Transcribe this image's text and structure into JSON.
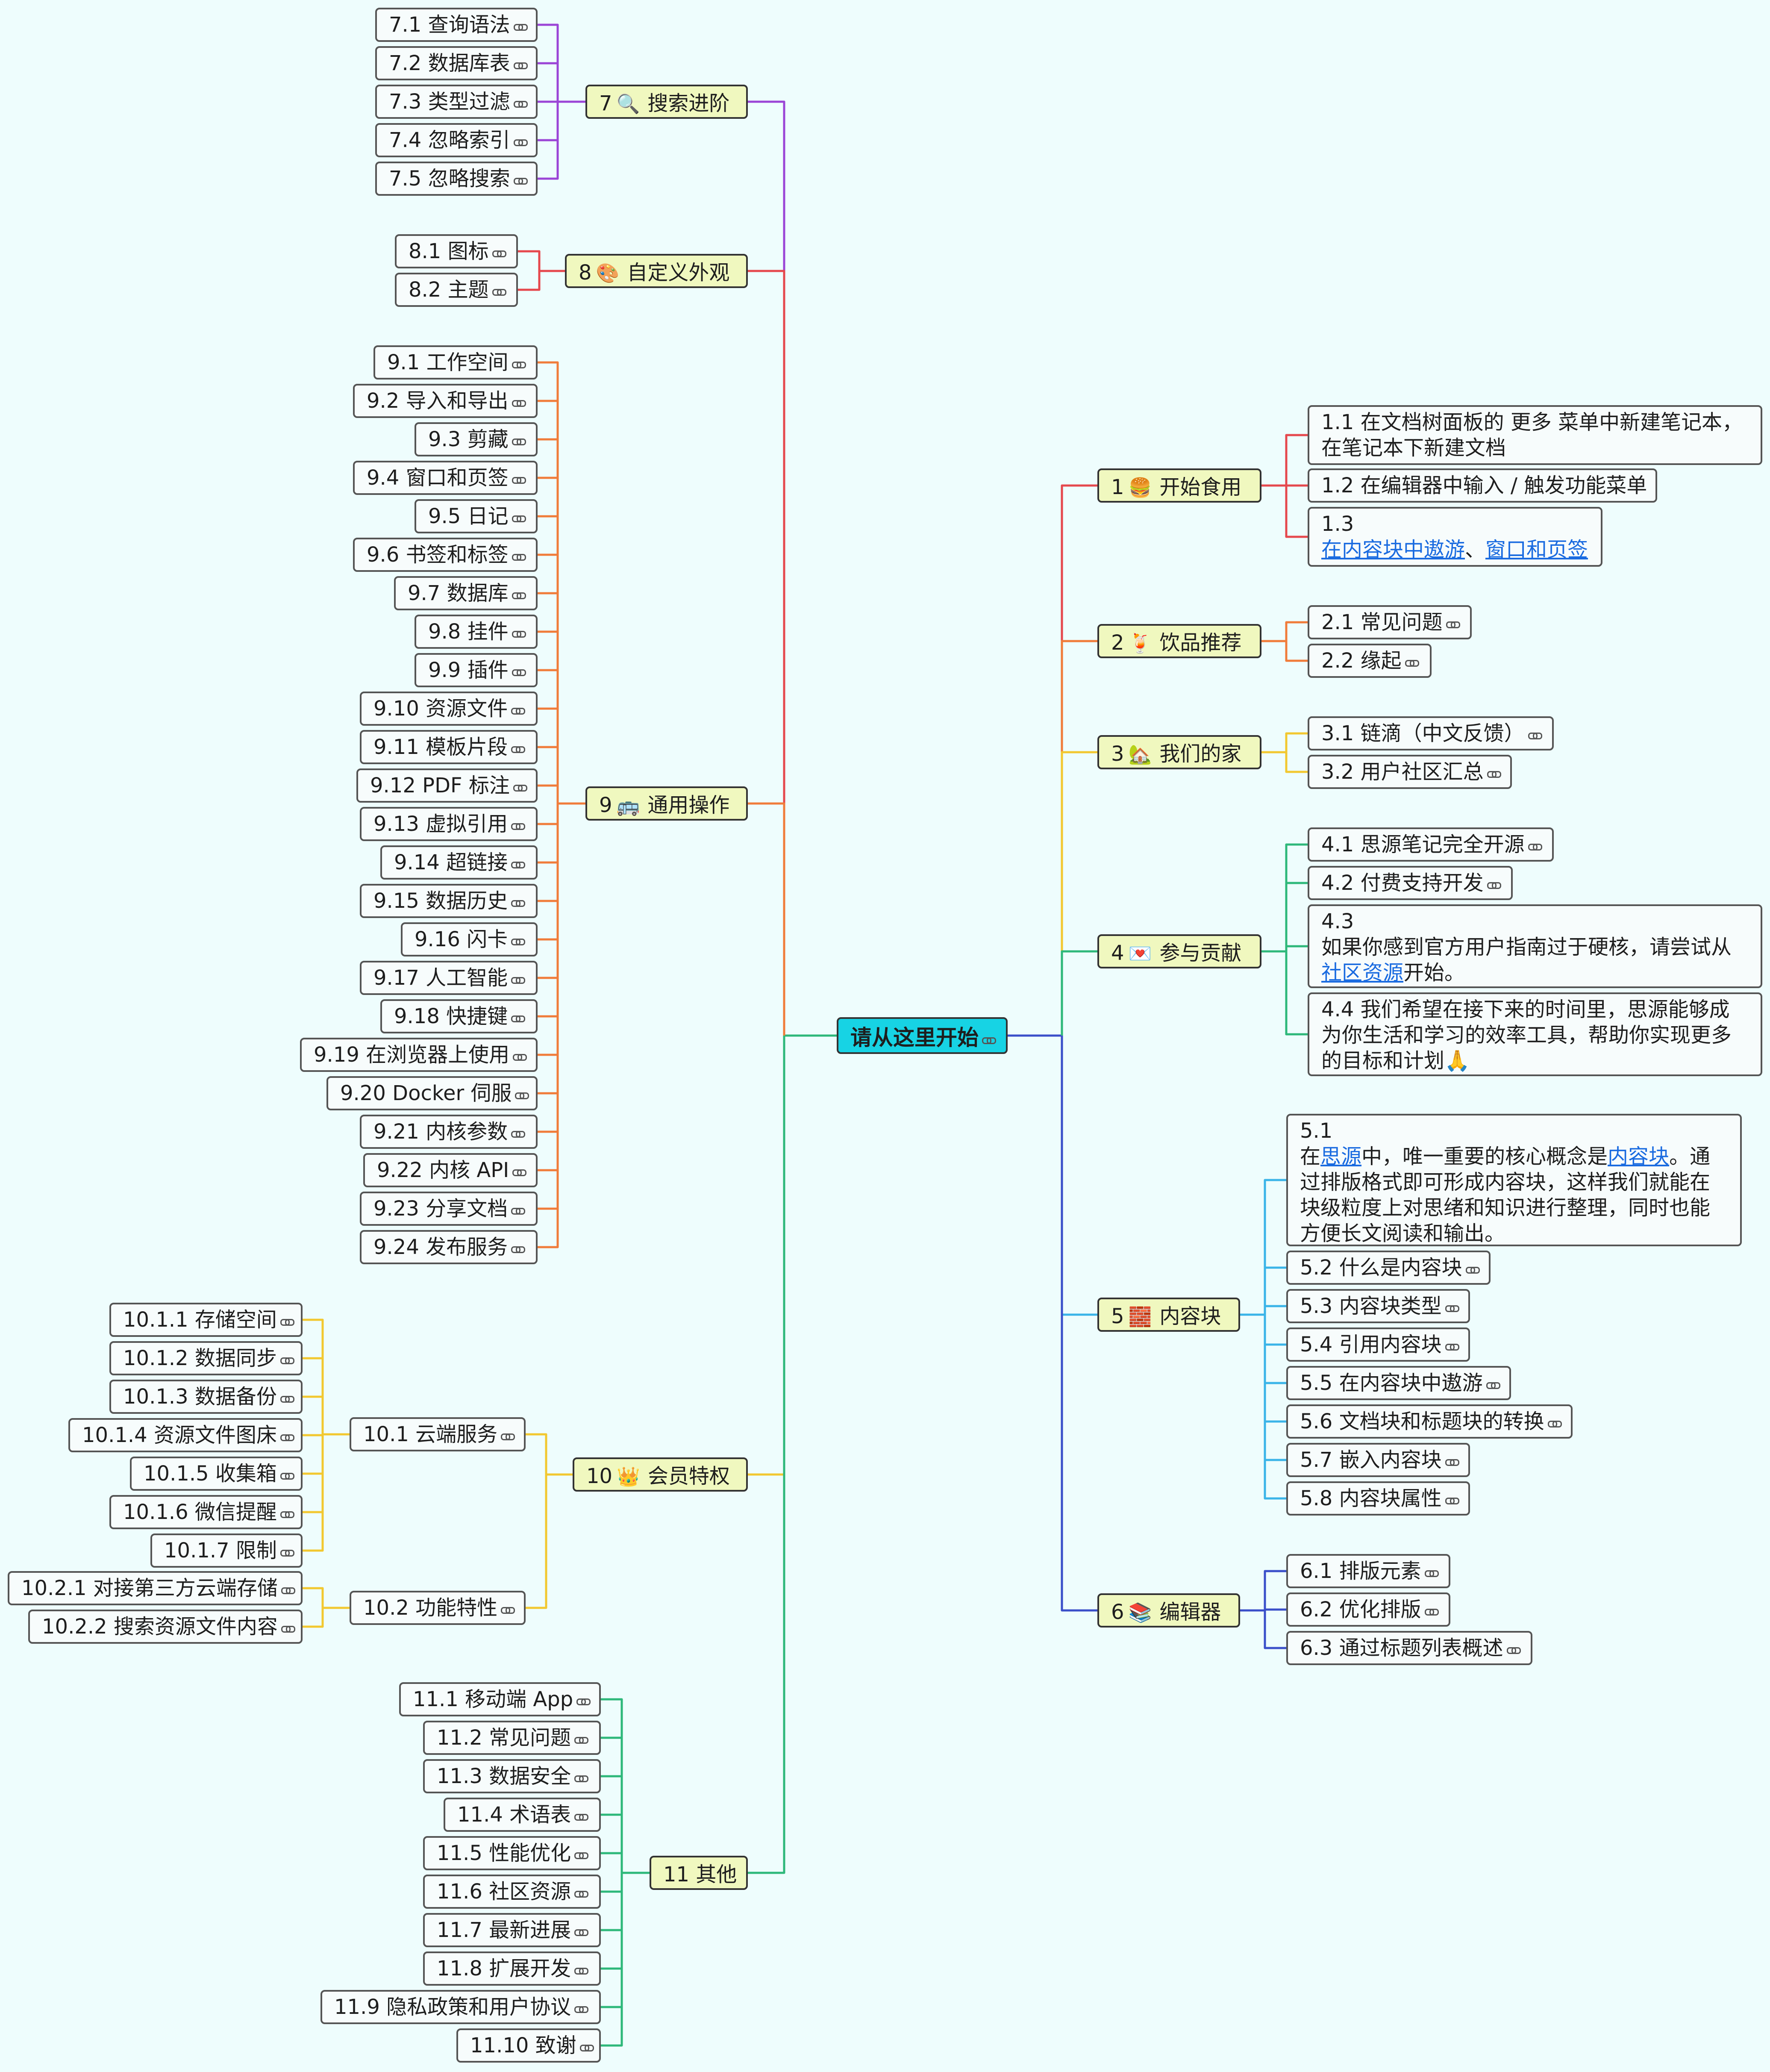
{
  "colors": {
    "background": "#eefdfd",
    "root_fill": "#17d3e4",
    "topic_fill": "#f0f8bf",
    "link": "#1a6be0",
    "branch_1": "#e5484d",
    "branch_2": "#f07c3a",
    "branch_3": "#f2c830",
    "branch_4": "#2eb87a",
    "branch_5": "#3ab4e8",
    "branch_6": "#3a4fc9",
    "branch_7": "#9b45d6",
    "branch_8": "#e5484d",
    "branch_9": "#f07c3a",
    "branch_10": "#f2c830",
    "branch_11": "#2eb87a"
  },
  "root": {
    "label": "请从这里开始"
  },
  "topics": {
    "t1": {
      "label": "1",
      "icon": "burger-icon",
      "glyph": "🍔",
      "text": "开始食用"
    },
    "t2": {
      "label": "2",
      "icon": "drink-icon",
      "glyph": "🍹",
      "text": "饮品推荐"
    },
    "t3": {
      "label": "3",
      "icon": "house-icon",
      "glyph": "🏡",
      "text": "我们的家"
    },
    "t4": {
      "label": "4",
      "icon": "heart-letter-icon",
      "glyph": "💌",
      "text": "参与贡献"
    },
    "t5": {
      "label": "5",
      "icon": "block-icon",
      "glyph": "🧱",
      "text": "内容块"
    },
    "t6": {
      "label": "6",
      "icon": "books-icon",
      "glyph": "📚",
      "text": "编辑器"
    },
    "t7": {
      "label": "7",
      "icon": "search-icon",
      "glyph": "🔍",
      "text": "搜索进阶"
    },
    "t8": {
      "label": "8",
      "icon": "palette-icon",
      "glyph": "🎨",
      "text": "自定义外观"
    },
    "t9": {
      "label": "9",
      "icon": "bus-icon",
      "glyph": "🚌",
      "text": "通用操作"
    },
    "t10": {
      "label": "10",
      "icon": "crown-icon",
      "glyph": "👑",
      "text": "会员特权"
    },
    "t11": {
      "label": "11 其他"
    }
  },
  "items": {
    "n1_1": "1.1 在文档树面板的 更多 菜单中新建笔记本，在笔记本下新建文档",
    "n1_2": "1.2 在编辑器中输入 / 触发功能菜单",
    "n1_3a": "1.3",
    "n1_3b": "在内容块中遨游",
    "n1_3c": "、",
    "n1_3d": "窗口和页签",
    "n2_1": "2.1 常见问题",
    "n2_2": "2.2 缘起",
    "n3_1": "3.1 链滴（中文反馈）",
    "n3_2": "3.2 用户社区汇总",
    "n4_1": "4.1 思源笔记完全开源",
    "n4_2": "4.2 付费支持开发",
    "n4_3a": "4.3",
    "n4_3b": "如果你感到官方用户指南过于硬核，请尝试从",
    "n4_3c": "社区资源",
    "n4_3d": "开始。",
    "n4_4": "4.4 我们希望在接下来的时间里，思源能够成为你生活和学习的效率工具，帮助你实现更多的目标和计划",
    "n4_4_emoji": "🙏",
    "n5_1a": "5.1",
    "n5_1b": "在",
    "n5_1c": "思源",
    "n5_1d": "中，唯一重要的核心概念是",
    "n5_1e": "内容块",
    "n5_1f": "。通过排版格式即可形成内容块，这样我们就能在块级粒度上对思绪和知识进行整理，同时也能方便长文阅读和输出。",
    "n5_2": "5.2 什么是内容块",
    "n5_3": "5.3 内容块类型",
    "n5_4": "5.4 引用内容块",
    "n5_5": "5.5 在内容块中遨游",
    "n5_6": "5.6 文档块和标题块的转换",
    "n5_7": "5.7 嵌入内容块",
    "n5_8": "5.8 内容块属性",
    "n6_1": "6.1 排版元素",
    "n6_2": "6.2 优化排版",
    "n6_3": "6.3 通过标题列表概述",
    "n7_1": "7.1 查询语法",
    "n7_2": "7.2 数据库表",
    "n7_3": "7.3 类型过滤",
    "n7_4": "7.4 忽略索引",
    "n7_5": "7.5 忽略搜索",
    "n8_1": "8.1 图标",
    "n8_2": "8.2 主题",
    "n9_1": "9.1 工作空间",
    "n9_2": "9.2 导入和导出",
    "n9_3": "9.3 剪藏",
    "n9_4": "9.4 窗口和页签",
    "n9_5": "9.5 日记",
    "n9_6": "9.6 书签和标签",
    "n9_7": "9.7 数据库",
    "n9_8": "9.8 挂件",
    "n9_9": "9.9 插件",
    "n9_10": "9.10 资源文件",
    "n9_11": "9.11 模板片段",
    "n9_12": "9.12 PDF 标注",
    "n9_13": "9.13 虚拟引用",
    "n9_14": "9.14 超链接",
    "n9_15": "9.15 数据历史",
    "n9_16": "9.16 闪卡",
    "n9_17": "9.17 人工智能",
    "n9_18": "9.18 快捷键",
    "n9_19": "9.19 在浏览器上使用",
    "n9_20": "9.20 Docker 伺服",
    "n9_21": "9.21 内核参数",
    "n9_22": "9.22 内核 API",
    "n9_23": "9.23 分享文档",
    "n9_24": "9.24 发布服务",
    "n10_1": "10.1 云端服务",
    "n10_2": "10.2 功能特性",
    "n10_1_1": "10.1.1 存储空间",
    "n10_1_2": "10.1.2 数据同步",
    "n10_1_3": "10.1.3 数据备份",
    "n10_1_4": "10.1.4 资源文件图床",
    "n10_1_5": "10.1.5 收集箱",
    "n10_1_6": "10.1.6 微信提醒",
    "n10_1_7": "10.1.7 限制",
    "n10_2_1": "10.2.1 对接第三方云端存储",
    "n10_2_2": "10.2.2 搜索资源文件内容",
    "n11_1": "11.1 移动端 App",
    "n11_2": "11.2 常见问题",
    "n11_3": "11.3 数据安全",
    "n11_4": "11.4 术语表",
    "n11_5": "11.5 性能优化",
    "n11_6": "11.6 社区资源",
    "n11_7": "11.7 最新进展",
    "n11_8": "11.8 扩展开发",
    "n11_9": "11.9 隐私政策和用户协议",
    "n11_10": "11.10 致谢"
  }
}
